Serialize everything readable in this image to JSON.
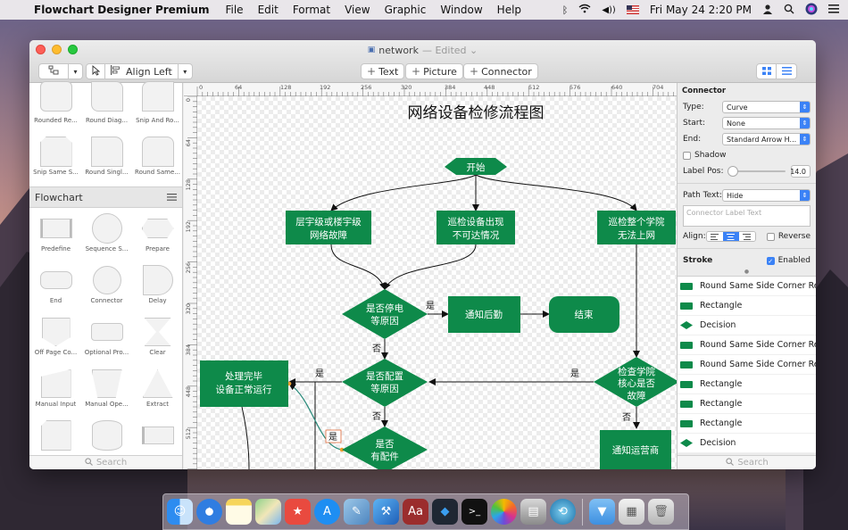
{
  "menubar": {
    "app_name": "Flowchart Designer Premium",
    "menus": [
      "File",
      "Edit",
      "Format",
      "View",
      "Graphic",
      "Window",
      "Help"
    ],
    "clock": "Fri May 24  2:20 PM"
  },
  "window": {
    "title": "network",
    "edited": "— Edited ⌄"
  },
  "toolbar": {
    "align_label": "Align Left",
    "text_label": "Text",
    "picture_label": "Picture",
    "connector_label": "Connector"
  },
  "library": {
    "top_shapes": [
      "Rounded Re...",
      "Round Diag...",
      "Snip And Ro...",
      "Snip Same S...",
      "Round Singl...",
      "Round Same..."
    ],
    "section_title": "Flowchart",
    "flow_shapes": [
      "Predefine",
      "Sequence S...",
      "Prepare",
      "End",
      "Connector",
      "Delay",
      "Off Page Co...",
      "Optional Pro...",
      "Clear",
      "Manual Input",
      "Manual Ope...",
      "Extract",
      "",
      "",
      ""
    ],
    "search_placeholder": "Search"
  },
  "rulers": {
    "top": [
      "0",
      "64",
      "128",
      "192",
      "256",
      "320",
      "384",
      "448",
      "512",
      "576",
      "640",
      "704"
    ],
    "left": [
      "0",
      "64",
      "128",
      "192",
      "256",
      "320",
      "384",
      "448",
      "512"
    ]
  },
  "diagram": {
    "title": "网络设备检修流程图",
    "nodes": {
      "start": "开始",
      "n1a": "层宇级或楼宇级",
      "n1b": "网络故障",
      "n2a": "巡检设备出现",
      "n2b": "不可达情况",
      "n3a": "巡检整个学院",
      "n3b": "无法上网",
      "d1a": "是否停电",
      "d1b": "等原因",
      "notify": "通知后勤",
      "end": "结束",
      "fixa": "处理完毕",
      "fixb": "设备正常运行",
      "d2a": "是否配置",
      "d2b": "等原因",
      "d3a": "检查学院",
      "d3b": "核心是否",
      "d3c": "故障",
      "d4a": "是否",
      "d4b": "有配件",
      "ops": "通知运营商"
    },
    "edge_labels": {
      "yes1": "是",
      "no1": "否",
      "yes2": "是",
      "no2": "否",
      "yes3": "是",
      "no3": "否",
      "yes4": "是"
    },
    "colors": {
      "node_fill": "#0e8a4a",
      "node_text": "#ffffff",
      "connector_selected": "#2a8a7a"
    }
  },
  "inspector": {
    "section": "Connector",
    "type_label": "Type:",
    "type_value": "Curve",
    "start_label": "Start:",
    "start_value": "None",
    "end_label": "End:",
    "end_value": "Standard Arrow H...",
    "shadow_label": "Shadow",
    "label_pos_label": "Label Pos:",
    "label_pos_value": "14.0",
    "path_text_label": "Path Text:",
    "path_text_value": "Hide",
    "connector_label_placeholder": "Connector Label Text",
    "align_label": "Align:",
    "reverse_label": "Reverse",
    "stroke_label": "Stroke",
    "enabled_label": "Enabled",
    "styles": [
      "Round Same Side Corner Rect",
      "Rectangle",
      "Decision",
      "Round Same Side Corner Rect",
      "Round Same Side Corner Rect",
      "Rectangle",
      "Rectangle",
      "Rectangle",
      "Decision"
    ],
    "search_placeholder": "Search"
  }
}
